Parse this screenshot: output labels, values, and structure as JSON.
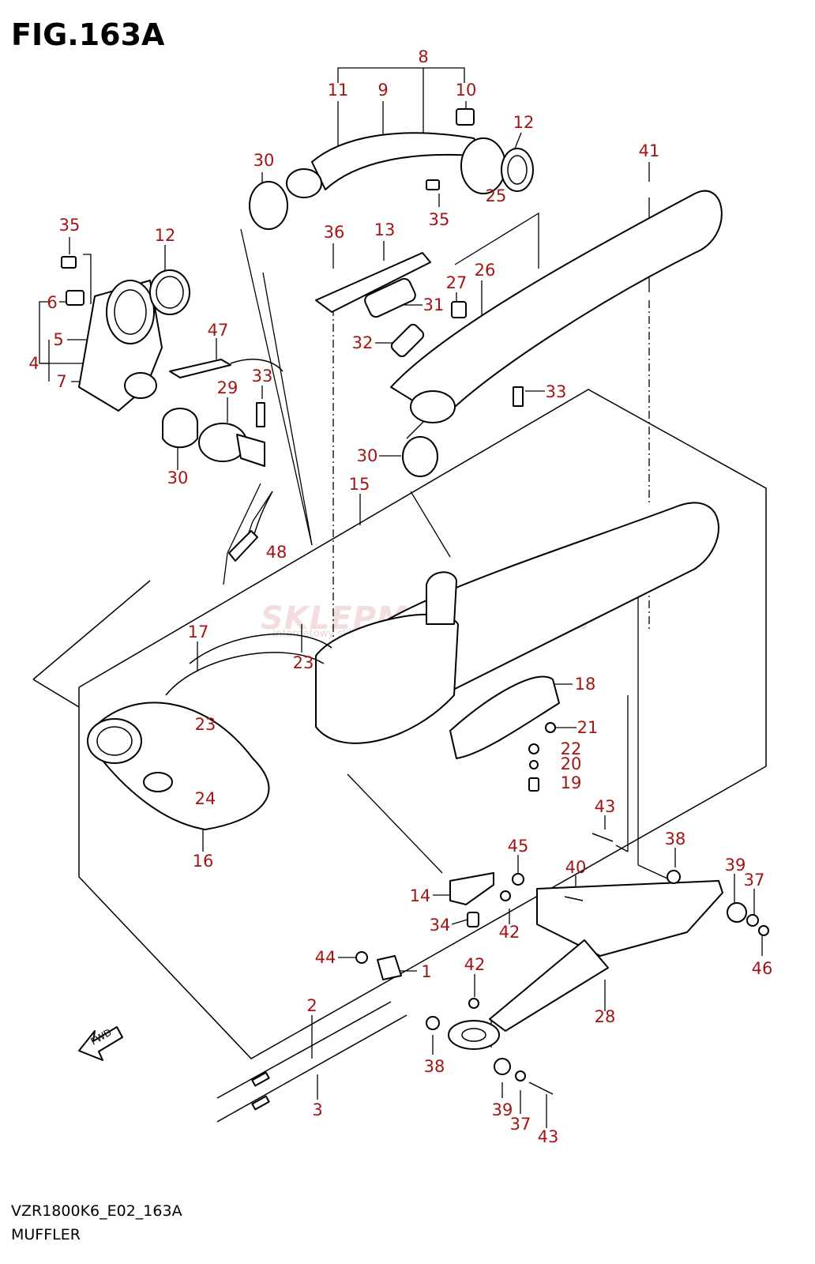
{
  "figure": {
    "title": "FIG.163A",
    "code": "VZR1800K6_E02_163A",
    "name": "MUFFLER"
  },
  "watermark": {
    "main": "SKLEPMOTO24.PL",
    "sub": "Internetowy sklep motocyklowy"
  },
  "fwd_arrow": {
    "label": "FWD"
  },
  "callouts": [
    {
      "id": "c8",
      "text": "8"
    },
    {
      "id": "c11",
      "text": "11"
    },
    {
      "id": "c9",
      "text": "9"
    },
    {
      "id": "c10",
      "text": "10"
    },
    {
      "id": "c12a",
      "text": "12"
    },
    {
      "id": "c30a",
      "text": "30"
    },
    {
      "id": "c35a",
      "text": "35"
    },
    {
      "id": "c41",
      "text": "41"
    },
    {
      "id": "c35b",
      "text": "35"
    },
    {
      "id": "c12b",
      "text": "12"
    },
    {
      "id": "c36",
      "text": "36"
    },
    {
      "id": "c13",
      "text": "13"
    },
    {
      "id": "c25",
      "text": "25"
    },
    {
      "id": "c6",
      "text": "6"
    },
    {
      "id": "c27",
      "text": "27"
    },
    {
      "id": "c26",
      "text": "26"
    },
    {
      "id": "c31",
      "text": "31"
    },
    {
      "id": "c5",
      "text": "5"
    },
    {
      "id": "c47",
      "text": "47"
    },
    {
      "id": "c32",
      "text": "32"
    },
    {
      "id": "c4",
      "text": "4"
    },
    {
      "id": "c33a",
      "text": "33"
    },
    {
      "id": "c7",
      "text": "7"
    },
    {
      "id": "c29",
      "text": "29"
    },
    {
      "id": "c33b",
      "text": "33"
    },
    {
      "id": "c30b",
      "text": "30"
    },
    {
      "id": "c30c",
      "text": "30"
    },
    {
      "id": "c15",
      "text": "15"
    },
    {
      "id": "c48",
      "text": "48"
    },
    {
      "id": "c17",
      "text": "17"
    },
    {
      "id": "c23a",
      "text": "23"
    },
    {
      "id": "c18",
      "text": "18"
    },
    {
      "id": "c23b",
      "text": "23"
    },
    {
      "id": "c21",
      "text": "21"
    },
    {
      "id": "c22",
      "text": "22"
    },
    {
      "id": "c20",
      "text": "20"
    },
    {
      "id": "c24",
      "text": "24"
    },
    {
      "id": "c19",
      "text": "19"
    },
    {
      "id": "c16",
      "text": "16"
    },
    {
      "id": "c43a",
      "text": "43"
    },
    {
      "id": "c45",
      "text": "45"
    },
    {
      "id": "c38a",
      "text": "38"
    },
    {
      "id": "c40",
      "text": "40"
    },
    {
      "id": "c39a",
      "text": "39"
    },
    {
      "id": "c37a",
      "text": "37"
    },
    {
      "id": "c14",
      "text": "14"
    },
    {
      "id": "c34",
      "text": "34"
    },
    {
      "id": "c42a",
      "text": "42"
    },
    {
      "id": "c46",
      "text": "46"
    },
    {
      "id": "c44",
      "text": "44"
    },
    {
      "id": "c1",
      "text": "1"
    },
    {
      "id": "c42b",
      "text": "42"
    },
    {
      "id": "c2",
      "text": "2"
    },
    {
      "id": "c28",
      "text": "28"
    },
    {
      "id": "c38b",
      "text": "38"
    },
    {
      "id": "c3",
      "text": "3"
    },
    {
      "id": "c39b",
      "text": "39"
    },
    {
      "id": "c37b",
      "text": "37"
    },
    {
      "id": "c43b",
      "text": "43"
    }
  ],
  "colors": {
    "callout": "#a31515",
    "line": "#000000",
    "background": "#ffffff"
  }
}
